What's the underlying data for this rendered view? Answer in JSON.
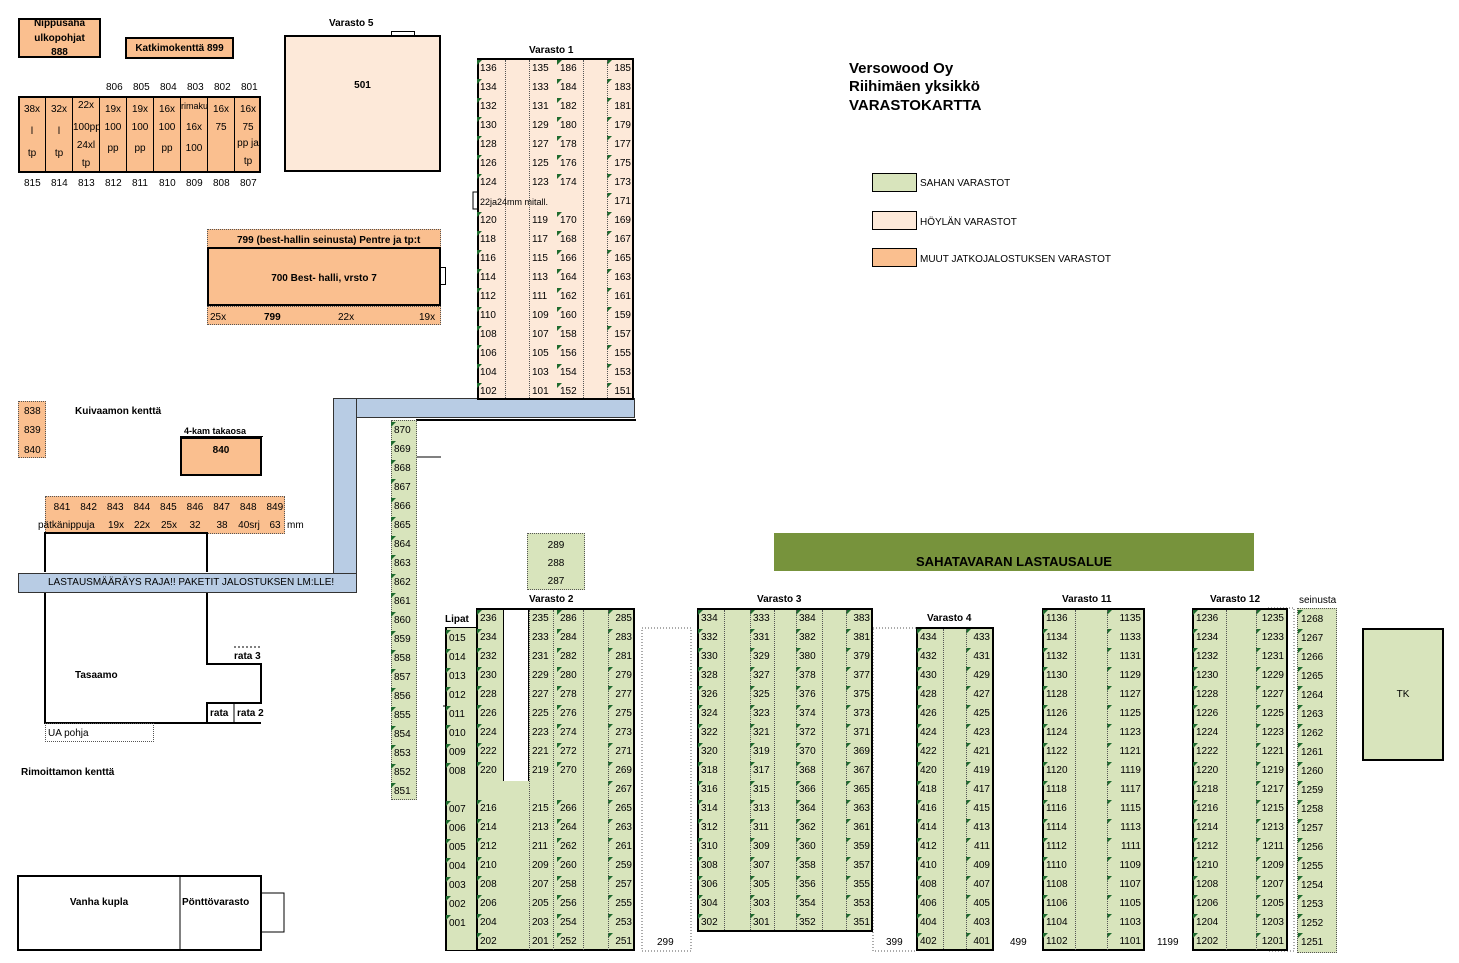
{
  "header": {
    "company": "Versowood Oy",
    "unit": "Riihimäen yksikkö",
    "title": "VARASTOKARTTA"
  },
  "legend": [
    {
      "label": "SAHAN VARASTOT",
      "color": "#d8e4bc"
    },
    {
      "label": "HÖYLÄN VARASTOT",
      "color": "#fde9d9"
    },
    {
      "label": "MUUT JATKOJALOSTUKSEN VARASTOT",
      "color": "#fabf8f"
    }
  ],
  "top_left": {
    "nippusaha": [
      "Nippusaha",
      "ulkopohjat",
      "888"
    ],
    "katkimo": "Katkimokenttä 899",
    "varasto5_title": "Varasto 5",
    "varasto5_num": "501"
  },
  "row800": {
    "top_numbers": [
      "806",
      "805",
      "804",
      "803",
      "802",
      "801"
    ],
    "bottom_numbers": [
      "815",
      "814",
      "813",
      "812",
      "811",
      "810",
      "809",
      "808",
      "807"
    ],
    "cells": [
      [
        "38x",
        "l",
        "tp"
      ],
      [
        "32x",
        "l",
        "tp"
      ],
      [
        "22x",
        "100pp",
        "24xl",
        "tp"
      ],
      [
        "19x",
        "100",
        "pp"
      ],
      [
        "19x",
        "100",
        "pp"
      ],
      [
        "16x",
        "100",
        "pp"
      ],
      [
        "rimakuorm.",
        "16x",
        "100"
      ],
      [
        "16x",
        "75"
      ],
      [
        "16x",
        "75",
        "pp ja",
        "tp"
      ]
    ]
  },
  "best": {
    "top": "799 (best-hallin seinusta) Pentre ja tp:t",
    "main": "700 Best- halli, vrsto 7",
    "bottom": [
      "25x",
      "799",
      "22x",
      "19x"
    ]
  },
  "kuivaamo": {
    "label": "Kuivaamon kenttä",
    "cells": [
      "838",
      "839",
      "840"
    ],
    "kam_title": "4-kam takaosa",
    "kam_num": "840"
  },
  "row840": {
    "nums": [
      "841",
      "842",
      "843",
      "844",
      "845",
      "846",
      "847",
      "848",
      "849"
    ],
    "labels": [
      "pätkänippuja",
      "19x",
      "22x",
      "25x",
      "32",
      "38",
      "40srj",
      "63"
    ],
    "unit": "mm"
  },
  "lastaus_banner": "LASTAUSMÄÄRÄYS RAJA!! PAKETIT JALOSTUKSEN LM:LLE!",
  "tasaamo": {
    "label": "Tasaamo",
    "rata3": "rata 3",
    "rata": "rata",
    "rata2": "rata 2",
    "ua": "UA pohja"
  },
  "rimoittamo": "Rimoittamon kenttä",
  "bottom_left": {
    "kupla": "Vanha kupla",
    "ponttovarasto": "Pönttövarasto"
  },
  "col850": [
    "870",
    "869",
    "868",
    "867",
    "866",
    "865",
    "864",
    "863",
    "862",
    "861",
    "860",
    "859",
    "858",
    "857",
    "856",
    "855",
    "854",
    "853",
    "852",
    "851"
  ],
  "col280": [
    "289",
    "288",
    "287"
  ],
  "varasto1": {
    "title": "Varasto 1",
    "mitall": "22ja24mm mitall.",
    "c1": [
      "136",
      "134",
      "132",
      "130",
      "128",
      "126",
      "124",
      "",
      "120",
      "118",
      "116",
      "114",
      "112",
      "110",
      "108",
      "106",
      "104",
      "102"
    ],
    "c2": [
      "135",
      "133",
      "131",
      "129",
      "127",
      "125",
      "123",
      "",
      "119",
      "117",
      "115",
      "113",
      "111",
      "109",
      "107",
      "105",
      "103",
      "101"
    ],
    "c3": [
      "186",
      "184",
      "182",
      "180",
      "178",
      "176",
      "174",
      "",
      "170",
      "168",
      "166",
      "164",
      "162",
      "160",
      "158",
      "156",
      "154",
      "152"
    ],
    "c4": [
      "185",
      "183",
      "181",
      "179",
      "177",
      "175",
      "173",
      "171",
      "169",
      "167",
      "165",
      "163",
      "161",
      "159",
      "157",
      "155",
      "153",
      "151"
    ]
  },
  "lastausalue": "SAHATAVARAN LASTAUSALUE",
  "lipat": {
    "title": "Lipat",
    "cells": [
      "015",
      "014",
      "013",
      "012",
      "011",
      "010",
      "009",
      "008",
      "",
      "007",
      "006",
      "005",
      "004",
      "003",
      "002",
      "001"
    ]
  },
  "varasto2": {
    "title": "Varasto 2",
    "c1": [
      "236",
      "234",
      "232",
      "230",
      "228",
      "226",
      "224",
      "222",
      "220",
      "",
      "216",
      "214",
      "212",
      "210",
      "208",
      "206",
      "204",
      "202"
    ],
    "c2": [
      "235",
      "233",
      "231",
      "229",
      "227",
      "225",
      "223",
      "221",
      "219",
      "",
      "215",
      "213",
      "211",
      "209",
      "207",
      "205",
      "203",
      "201"
    ],
    "c3": [
      "286",
      "284",
      "282",
      "280",
      "278",
      "276",
      "274",
      "272",
      "270",
      "",
      "266",
      "264",
      "262",
      "260",
      "258",
      "256",
      "254",
      "252"
    ],
    "c4": [
      "285",
      "283",
      "281",
      "279",
      "277",
      "275",
      "273",
      "271",
      "269",
      "267",
      "265",
      "263",
      "261",
      "259",
      "257",
      "255",
      "253",
      "251"
    ]
  },
  "varasto3": {
    "title": "Varasto 3",
    "c1": [
      "334",
      "332",
      "330",
      "328",
      "326",
      "324",
      "322",
      "320",
      "318",
      "316",
      "314",
      "312",
      "310",
      "308",
      "306",
      "304",
      "302"
    ],
    "c2": [
      "333",
      "331",
      "329",
      "327",
      "325",
      "323",
      "321",
      "319",
      "317",
      "315",
      "313",
      "311",
      "309",
      "307",
      "305",
      "303",
      "301"
    ],
    "c3": [
      "384",
      "382",
      "380",
      "378",
      "376",
      "374",
      "372",
      "370",
      "368",
      "366",
      "364",
      "362",
      "360",
      "358",
      "356",
      "354",
      "352"
    ],
    "c4": [
      "383",
      "381",
      "379",
      "377",
      "375",
      "373",
      "371",
      "369",
      "367",
      "365",
      "363",
      "361",
      "359",
      "357",
      "355",
      "353",
      "351"
    ]
  },
  "varasto4": {
    "title": "Varasto 4",
    "c1": [
      "434",
      "432",
      "430",
      "428",
      "426",
      "424",
      "422",
      "420",
      "418",
      "416",
      "414",
      "412",
      "410",
      "408",
      "406",
      "404",
      "402"
    ],
    "c2": [
      "433",
      "431",
      "429",
      "427",
      "425",
      "423",
      "421",
      "419",
      "417",
      "415",
      "413",
      "411",
      "409",
      "407",
      "405",
      "403",
      "401"
    ]
  },
  "varasto11": {
    "title": "Varasto 11",
    "c1": [
      "1136",
      "1134",
      "1132",
      "1130",
      "1128",
      "1126",
      "1124",
      "1122",
      "1120",
      "1118",
      "1116",
      "1114",
      "1112",
      "1110",
      "1108",
      "1106",
      "1104",
      "1102"
    ],
    "c2": [
      "1135",
      "1133",
      "1131",
      "1129",
      "1127",
      "1125",
      "1123",
      "1121",
      "1119",
      "1117",
      "1115",
      "1113",
      "1111",
      "1109",
      "1107",
      "1105",
      "1103",
      "1101"
    ]
  },
  "varasto12": {
    "title": "Varasto 12",
    "c1": [
      "1236",
      "1234",
      "1232",
      "1230",
      "1228",
      "1226",
      "1224",
      "1222",
      "1220",
      "1218",
      "1216",
      "1214",
      "1212",
      "1210",
      "1208",
      "1206",
      "1204",
      "1202"
    ],
    "c2": [
      "1235",
      "1233",
      "1231",
      "1229",
      "1227",
      "1225",
      "1223",
      "1221",
      "1219",
      "1217",
      "1215",
      "1213",
      "1211",
      "1209",
      "1207",
      "1205",
      "1203",
      "1201"
    ]
  },
  "seinusta": {
    "title": "seinusta",
    "cells": [
      "1268",
      "1267",
      "1266",
      "1265",
      "1264",
      "1263",
      "1262",
      "1261",
      "1260",
      "1259",
      "1258",
      "1257",
      "1256",
      "1255",
      "1254",
      "1253",
      "1252",
      "1251"
    ]
  },
  "gaps": {
    "g299": "299",
    "g399": "399",
    "g499": "499",
    "g1199": "1199"
  },
  "tk": "TK"
}
